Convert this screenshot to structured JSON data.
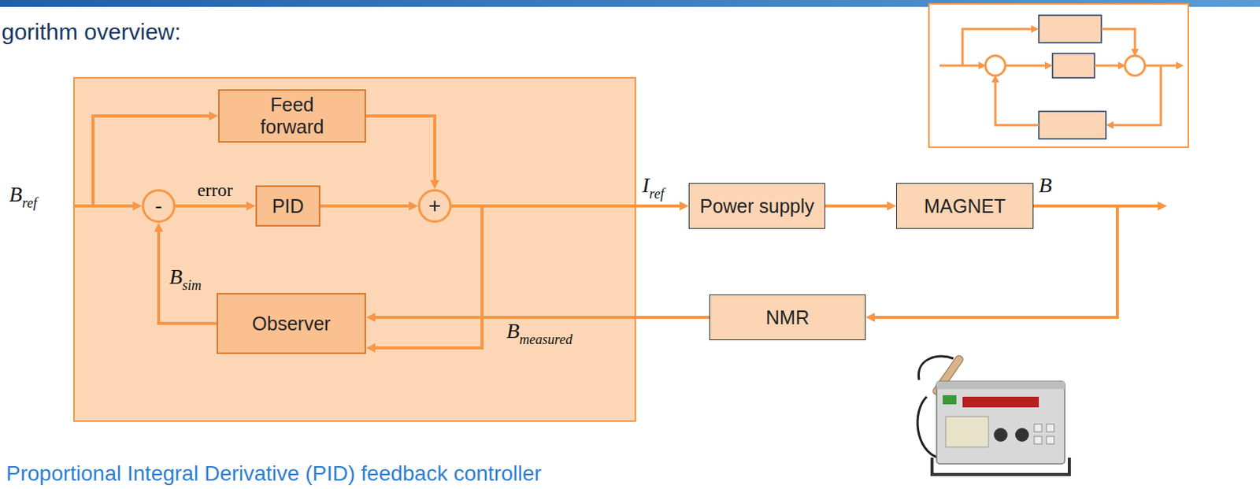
{
  "diagram": {
    "nodes": [
      {
        "text": [
          "Feed forward"
        ]
      },
      {
        "text": [
          "-"
        ]
      },
      {
        "text": [
          "PID"
        ]
      },
      {
        "text": [
          "+"
        ]
      },
      {
        "text": [
          "Observer"
        ]
      },
      {
        "text": [
          "Power supply"
        ]
      },
      {
        "text": [
          "MAGNET"
        ]
      },
      {
        "text": [
          "NMR"
        ]
      }
    ],
    "edges": [
      {
        "from": 1,
        "to": 2,
        "label": "error",
        "arrow": "to"
      },
      {
        "from": 2,
        "to": 3,
        "arrow": "to"
      },
      {
        "from": 0,
        "to": 3,
        "arrow": "to"
      },
      {
        "from": 3,
        "to": 5,
        "arrow": "to"
      },
      {
        "from": 3,
        "to": 4,
        "arrow": "to"
      },
      {
        "from": 5,
        "to": 6,
        "arrow": "to"
      },
      {
        "from": 6,
        "to": 7,
        "arrow": "to"
      },
      {
        "from": 7,
        "to": 4,
        "arrow": "to"
      },
      {
        "from": 4,
        "to": 1,
        "arrow": "to"
      }
    ],
    "labels": [
      "gorithm overview:",
      "B",
      "ref",
      "I",
      "ref",
      "B",
      "B",
      "sim",
      "B",
      "measured",
      "Proportional Integral Derivative (PID) feedback controller"
    ]
  }
}
